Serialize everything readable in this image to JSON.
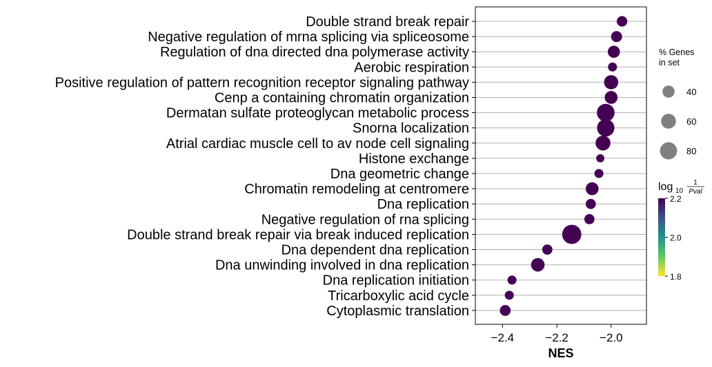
{
  "chart_data": {
    "type": "scatter",
    "title": "",
    "xlabel": "NES",
    "ylabel": "",
    "xlim": [
      -2.5,
      -1.87
    ],
    "x_ticks": [
      -2.4,
      -2.2,
      -2.0
    ],
    "x_tick_labels": [
      "−2.4",
      "−2.2",
      "−2.0"
    ],
    "grid": "horizontal",
    "categories": [
      "Double strand break repair",
      "Negative regulation of mrna splicing via spliceosome",
      "Regulation of dna directed dna polymerase activity",
      "Aerobic respiration",
      "Positive regulation of pattern recognition receptor signaling pathway",
      "Cenp a containing chromatin organization",
      "Dermatan sulfate proteoglycan metabolic process",
      "Snorna localization",
      "Atrial cardiac muscle cell to av node cell signaling",
      "Histone exchange",
      "Dna geometric change",
      "Chromatin remodeling at centromere",
      "Dna replication",
      "Negative regulation of rna splicing",
      "Double strand break repair via break induced replication",
      "Dna dependent dna replication",
      "Dna unwinding involved in dna replication",
      "Dna replication initiation",
      "Tricarboxylic acid cycle",
      "Cytoplasmic translation"
    ],
    "nes": [
      -1.96,
      -1.98,
      -1.99,
      -1.995,
      -2.0,
      -2.0,
      -2.02,
      -2.02,
      -2.03,
      -2.04,
      -2.045,
      -2.07,
      -2.075,
      -2.08,
      -2.145,
      -2.235,
      -2.27,
      -2.365,
      -2.375,
      -2.39
    ],
    "gene_pct": [
      30,
      33,
      40,
      22,
      55,
      45,
      85,
      82,
      60,
      18,
      22,
      45,
      28,
      28,
      100,
      28,
      50,
      22,
      22,
      32
    ],
    "log10_inv_pval": [
      2.2,
      2.2,
      2.2,
      2.2,
      2.2,
      2.2,
      2.2,
      2.2,
      2.2,
      2.2,
      2.2,
      2.2,
      2.2,
      2.2,
      2.2,
      2.2,
      2.2,
      2.2,
      2.2,
      2.2
    ],
    "size_legend": {
      "title_lines": [
        "% Genes",
        "in set"
      ],
      "entries": [
        {
          "value": 40,
          "label": "40"
        },
        {
          "value": 60,
          "label": "60"
        },
        {
          "value": 80,
          "label": "80"
        }
      ],
      "marker_color": "#808080"
    },
    "colorbar": {
      "title_main": "log",
      "title_sub": "10",
      "title_num": "1",
      "title_den": "Pval",
      "range": [
        1.8,
        2.2
      ],
      "ticks": [
        {
          "value": 1.8,
          "label": "1.8"
        },
        {
          "value": 2.0,
          "label": "2.0"
        },
        {
          "value": 2.2,
          "label": "2.2"
        }
      ],
      "colors": [
        "#fde725",
        "#5ec962",
        "#21918c",
        "#3b528b",
        "#440154"
      ]
    }
  }
}
